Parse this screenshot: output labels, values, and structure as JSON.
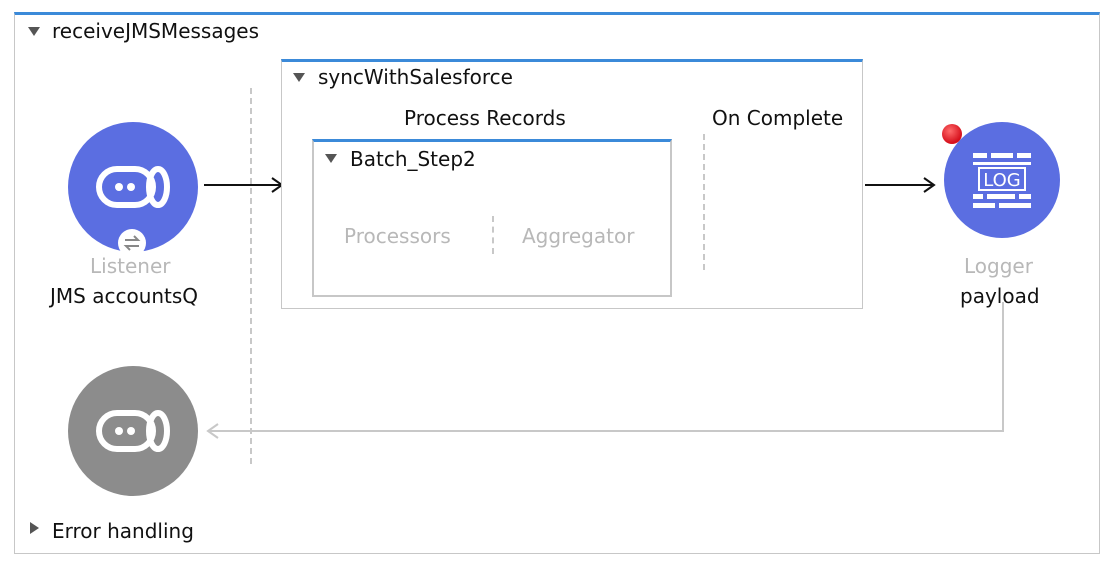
{
  "flow": {
    "name": "receiveJMSMessages",
    "error_handling_label": "Error handling"
  },
  "listener": {
    "type_label": "Listener",
    "name": "JMS accountsQ"
  },
  "batch": {
    "name": "syncWithSalesforce",
    "process_records_label": "Process Records",
    "on_complete_label": "On Complete",
    "step": {
      "name": "Batch_Step2",
      "processors_label": "Processors",
      "aggregator_label": "Aggregator"
    }
  },
  "logger": {
    "type_label": "Logger",
    "name": "payload",
    "icon_text": "LOG"
  },
  "colors": {
    "accent": "#3b8ad9",
    "component": "#5b6ee1",
    "inactive": "#8c8c8c",
    "breakpoint": "#e8202e"
  }
}
